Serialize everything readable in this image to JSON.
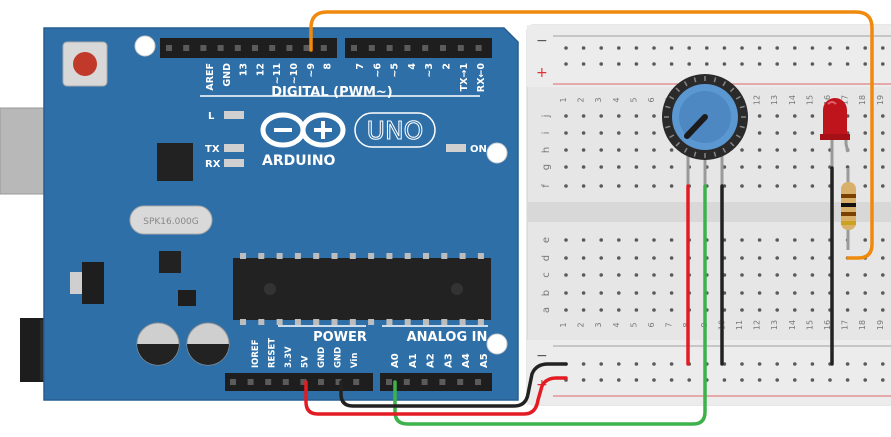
{
  "arduino": {
    "logo_text": "ARDUINO",
    "model": "UNO",
    "crystal": "SPK16.000G",
    "digital_section": "DIGITAL (PWM~)",
    "power_section": "POWER",
    "analog_section": "ANALOG IN",
    "led_on": "ON",
    "led_l": "L",
    "led_tx": "TX",
    "led_rx": "RX",
    "digital_pins_left": [
      "AREF",
      "GND",
      "13",
      "12",
      "~11",
      "~10",
      "~9",
      "8"
    ],
    "digital_pins_right": [
      "7",
      "~6",
      "~5",
      "4",
      "~3",
      "2",
      "TX→1",
      "RX←0"
    ],
    "power_pins": [
      "IOREF",
      "RESET",
      "3.3V",
      "5V",
      "GND",
      "GND",
      "Vin"
    ],
    "analog_pins": [
      "A0",
      "A1",
      "A2",
      "A3",
      "A4",
      "A5"
    ]
  },
  "breadboard": {
    "rail_minus": "−",
    "rail_plus": "+",
    "row_letters_top": [
      "j",
      "i",
      "h",
      "g",
      "f"
    ],
    "row_letters_bottom": [
      "e",
      "d",
      "c",
      "b",
      "a"
    ],
    "column_numbers": [
      "1",
      "2",
      "3",
      "4",
      "5",
      "6",
      "7",
      "8",
      "9",
      "10",
      "11",
      "12",
      "13",
      "14",
      "15",
      "16",
      "17",
      "18",
      "19"
    ]
  },
  "colors": {
    "board": "#2e6fa8",
    "wire_orange": "#f08a0c",
    "wire_red": "#e31b23",
    "wire_black": "#222222",
    "wire_green": "#3db24a",
    "led_red": "#c0141c"
  }
}
